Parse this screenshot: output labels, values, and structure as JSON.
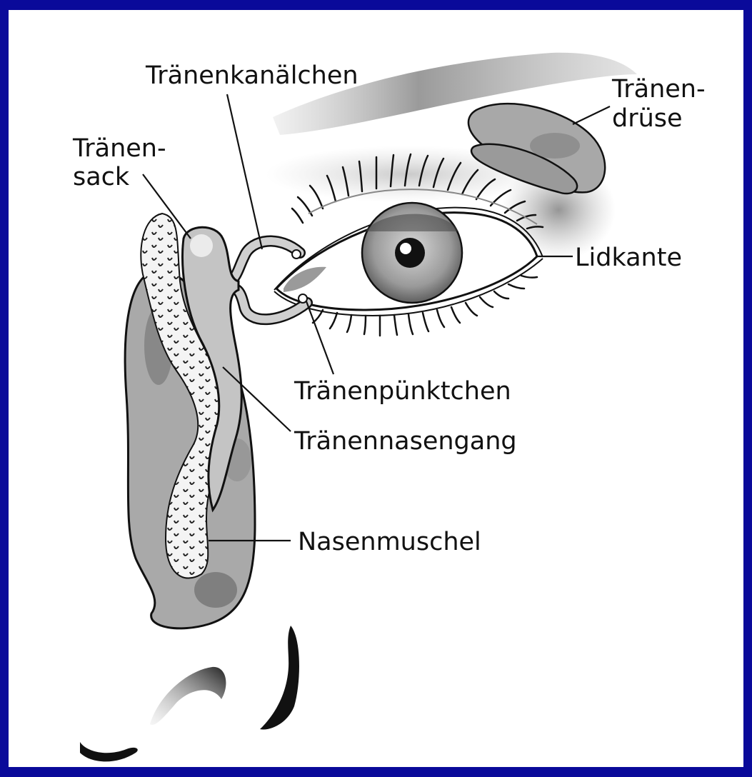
{
  "labels": {
    "traenenkanaelchen": "Tränenkanälchen",
    "traenendruese_1": "Tränen-",
    "traenendruese_2": "drüse",
    "traenensack_1": "Tränen-",
    "traenensack_2": "sack",
    "lidkante": "Lidkante",
    "traenenpuenktchen": "Tränenpünktchen",
    "traenennasengang": "Tränennasengang",
    "nasenmuschel": "Nasenmuschel"
  },
  "colors": {
    "border": "#0a0a9a",
    "background": "#ffffff",
    "ink": "#111111",
    "tissue_light": "#c8c8c8",
    "tissue_mid": "#a9a9a9",
    "tissue_dark": "#7a7a7a"
  }
}
